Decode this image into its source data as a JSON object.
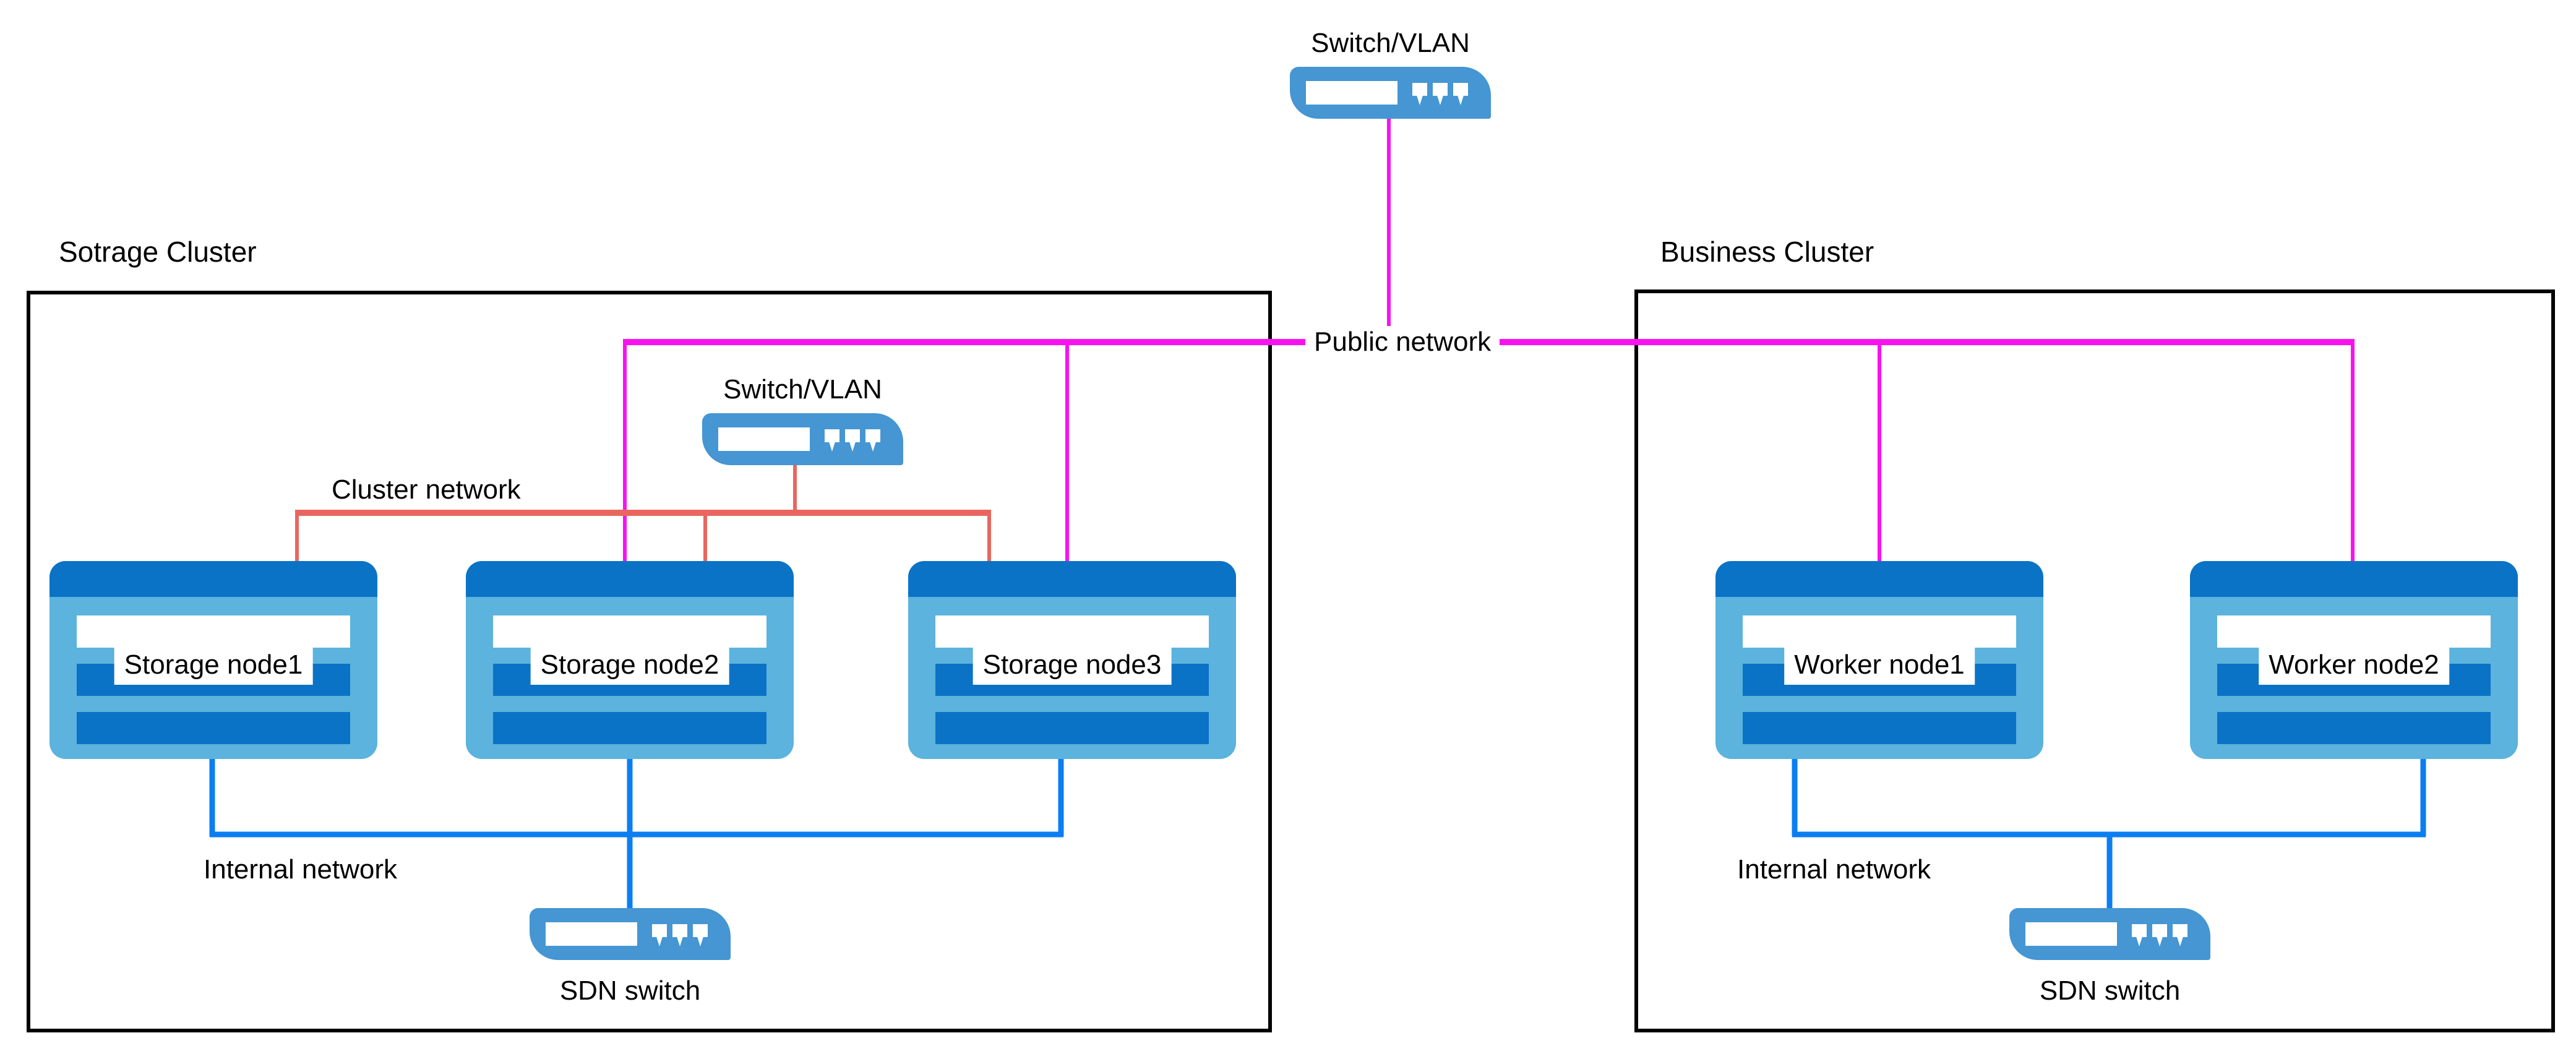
{
  "colors": {
    "node_body": "#5bb3de",
    "node_accent": "#0b73c5",
    "switch_fill": "#4596d2",
    "public_network_line": "#f912f0",
    "cluster_network_line": "#e8665e",
    "internal_network_line": "#0a7ef2",
    "cluster_border": "#000000"
  },
  "top_switch": {
    "label": "Switch/VLAN"
  },
  "public_network": {
    "label": "Public network"
  },
  "storage_cluster": {
    "title": "Sotrage Cluster",
    "switch_label": "Switch/VLAN",
    "cluster_network_label": "Cluster network",
    "internal_network_label": "Internal network",
    "sdn_switch_label": "SDN switch",
    "nodes": [
      {
        "label": "Storage node1"
      },
      {
        "label": "Storage node2"
      },
      {
        "label": "Storage node3"
      }
    ]
  },
  "business_cluster": {
    "title": "Business Cluster",
    "internal_network_label": "Internal network",
    "sdn_switch_label": "SDN switch",
    "nodes": [
      {
        "label": "Worker node1"
      },
      {
        "label": "Worker node2"
      }
    ]
  }
}
